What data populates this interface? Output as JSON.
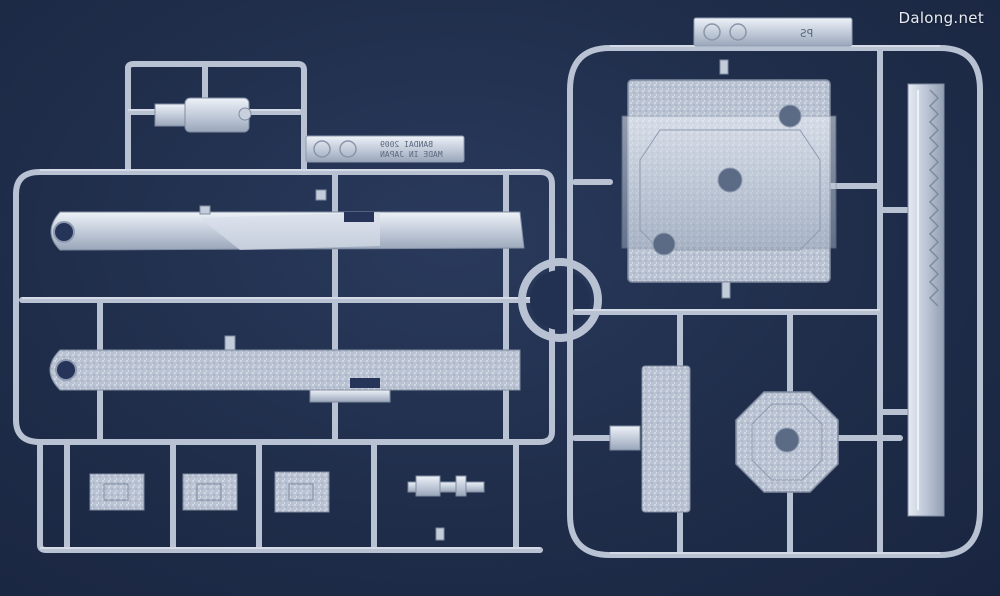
{
  "watermark": "Dalong.net",
  "sprue_left": {
    "tag_line1": "BANDAI 2009",
    "tag_line2": "MADE IN JAPAN"
  },
  "sprue_right": {
    "tag_code": "PS"
  },
  "colors": {
    "background": "#1e2b46",
    "plastic": "#c9d2df",
    "plastic_edge": "#8f9bb0",
    "plastic_highlight": "#eef2f8"
  }
}
